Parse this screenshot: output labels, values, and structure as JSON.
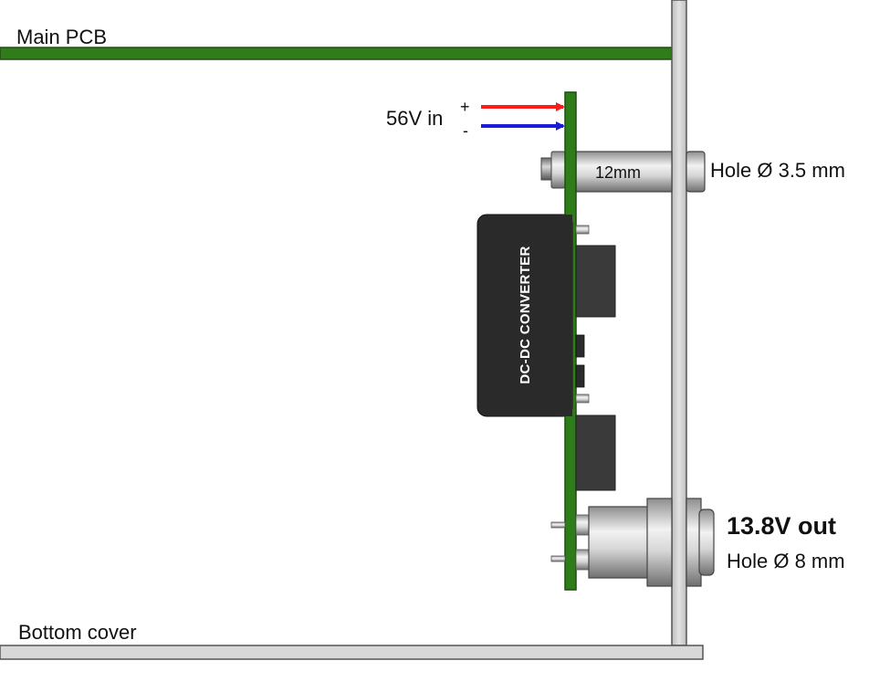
{
  "labels": {
    "main_pcb": "Main PCB",
    "bottom_cover": "Bottom cover",
    "input_voltage": "56V in",
    "plus_sign": "+",
    "minus_sign": "-",
    "standoff_length": "12mm",
    "standoff_hole": "Hole Ø 3.5 mm",
    "converter": "DC-DC CONVERTER",
    "output_voltage": "13.8V out",
    "output_hole": "Hole Ø 8 mm"
  },
  "colors": {
    "pcb_green": "#2f7d1a",
    "positive_wire": "#ff1a1a",
    "negative_wire": "#1a1add",
    "converter_body": "#2a2a2a",
    "panel_gray": "#cfcfcf"
  }
}
